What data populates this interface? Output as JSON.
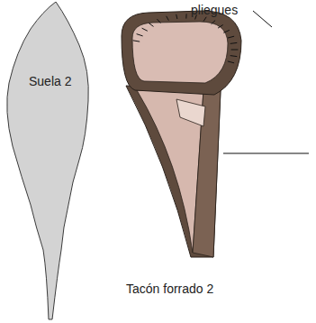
{
  "diagram": {
    "nodes": [
      {
        "text": [
          "Suela 2"
        ]
      }
    ],
    "labels": [
      "pliegues",
      "Tacón forrado 2"
    ]
  }
}
